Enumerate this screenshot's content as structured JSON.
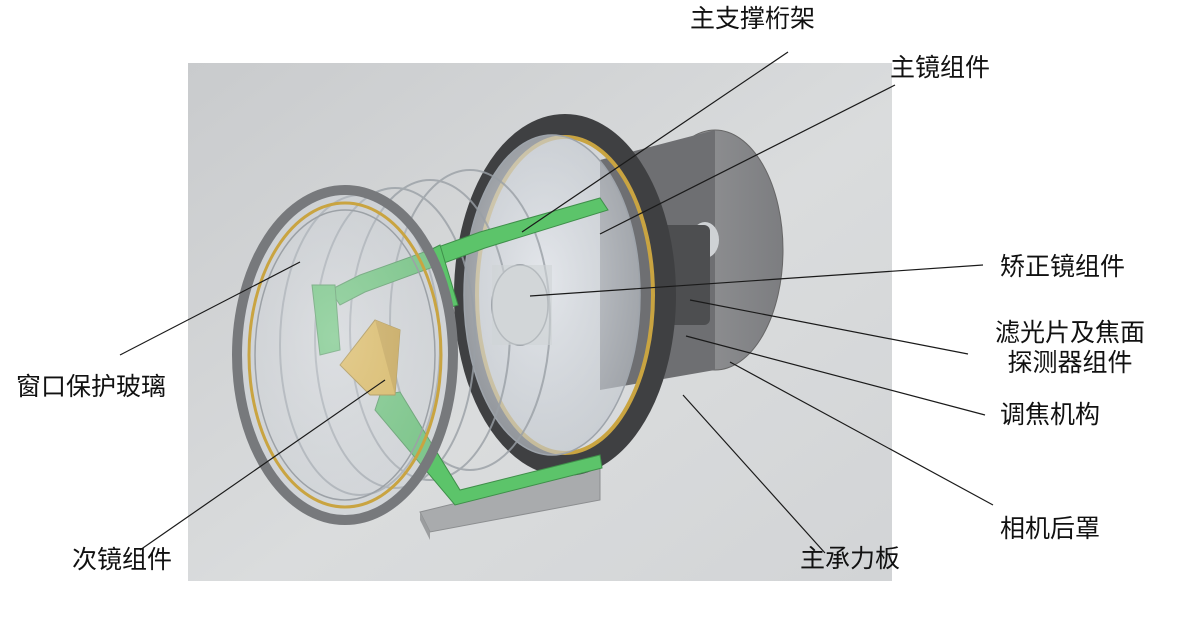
{
  "labels": {
    "main_truss": "主支撑桁架",
    "primary_mirror": "主镜组件",
    "corrector": "矫正镜组件",
    "filter_focal_line1": "滤光片及焦面",
    "filter_focal_line2": "探测器组件",
    "window_glass": "窗口保护玻璃",
    "focusing": "调焦机构",
    "secondary_mirror": "次镜组件",
    "rear_cover": "相机后罩",
    "main_plate": "主承力板"
  },
  "colors": {
    "background_panel": "#d4d6d8",
    "truss_green": "#5cc46a",
    "mirror_gold": "#c9a441",
    "dark_gray": "#5a5b5d",
    "leader_line": "#1a1a1a"
  }
}
